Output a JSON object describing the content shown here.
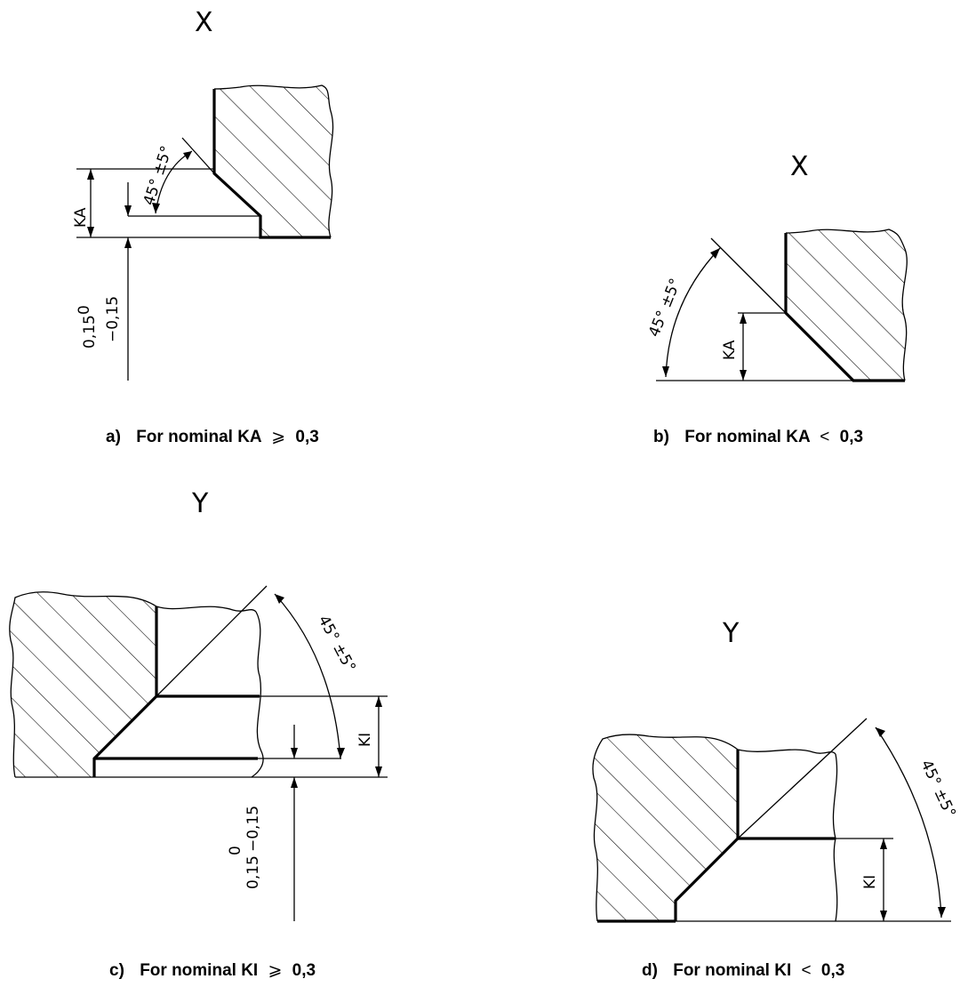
{
  "views": {
    "a": {
      "view_letter": "X",
      "caption": {
        "prefix": "a)",
        "text": "For nominal KA",
        "symbol": "⩾",
        "value": "0,3"
      },
      "angle_label": "45° ±5°",
      "dim_label": "KA",
      "tolerance": {
        "nominal": "0,15",
        "upper": "0",
        "lower": "−0,15"
      }
    },
    "b": {
      "view_letter": "X",
      "caption": {
        "prefix": "b)",
        "text": "For nominal KA",
        "symbol": "<",
        "value": "0,3"
      },
      "angle_label": "45° ±5°",
      "dim_label": "KA"
    },
    "c": {
      "view_letter": "Y",
      "caption": {
        "prefix": "c)",
        "text": "For nominal KI",
        "symbol": "⩾",
        "value": "0,3"
      },
      "angle_label": "45° ±5°",
      "dim_label": "KI",
      "tolerance": {
        "nominal": "0,15",
        "upper": "0",
        "lower": "−0,15"
      }
    },
    "d": {
      "view_letter": "Y",
      "caption": {
        "prefix": "d)",
        "text": "For nominal KI",
        "symbol": "<",
        "value": "0,3"
      },
      "angle_label": "45° ±5°",
      "dim_label": "KI"
    }
  }
}
